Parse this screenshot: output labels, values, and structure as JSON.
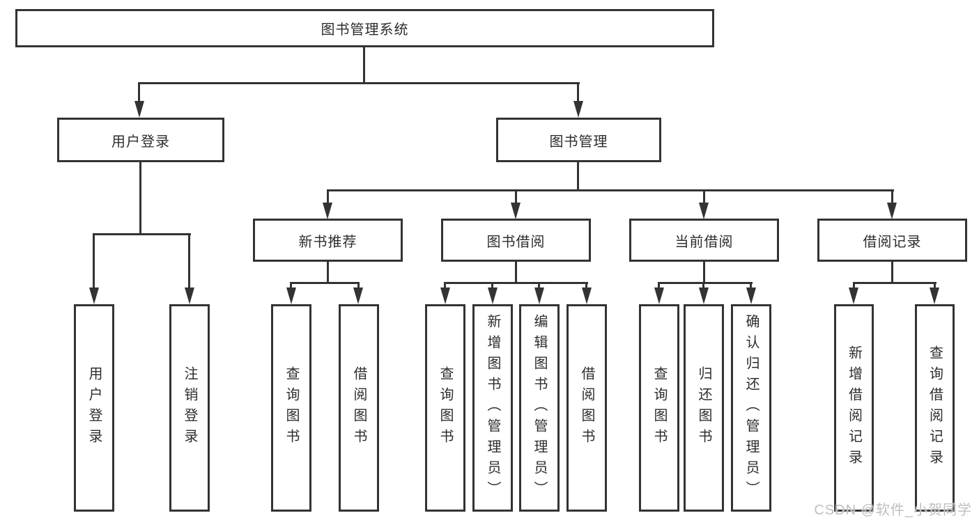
{
  "tree": {
    "root": "图书管理系统",
    "children": [
      {
        "label": "用户登录",
        "children": [
          {
            "label": "用户登录"
          },
          {
            "label": "注销登录"
          }
        ]
      },
      {
        "label": "图书管理",
        "children": [
          {
            "label": "新书推荐",
            "children": [
              {
                "label": "查询图书"
              },
              {
                "label": "借阅图书"
              }
            ]
          },
          {
            "label": "图书借阅",
            "children": [
              {
                "label": "查询图书"
              },
              {
                "label": "新增图书（管理员）"
              },
              {
                "label": "编辑图书（管理员）"
              },
              {
                "label": "借阅图书"
              }
            ]
          },
          {
            "label": "当前借阅",
            "children": [
              {
                "label": "查询图书"
              },
              {
                "label": "归还图书"
              },
              {
                "label": "确认归还（管理员）"
              }
            ]
          },
          {
            "label": "借阅记录",
            "children": [
              {
                "label": "新增借阅记录"
              },
              {
                "label": "查询借阅记录"
              }
            ]
          }
        ]
      }
    ]
  },
  "watermark": {
    "text": "CSDN @软件_小贺同学"
  },
  "colors": {
    "line": "#333333",
    "text": "#2d2d2d",
    "watermark": "#bfbfbf",
    "background": "#ffffff"
  }
}
